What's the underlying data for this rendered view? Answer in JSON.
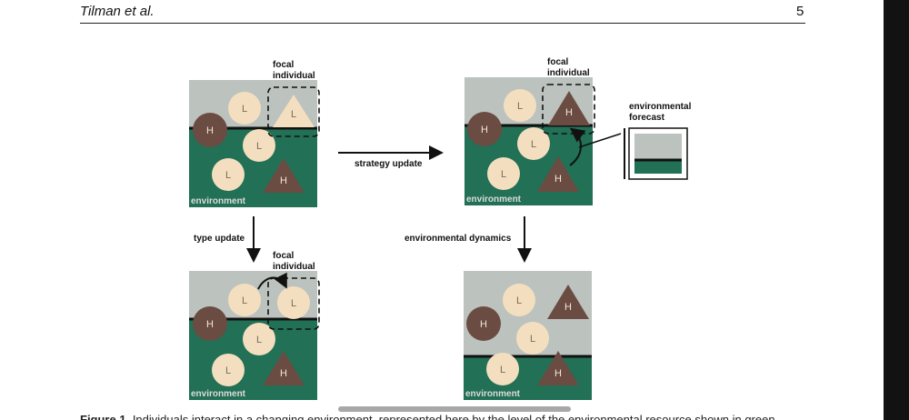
{
  "header": {
    "author": "Tilman et al.",
    "page_number": "5"
  },
  "figure": {
    "labels": {
      "focal": "focal",
      "individual": "individual",
      "environment": "environment",
      "strategy_update": "strategy update",
      "type_update": "type update",
      "environmental_dynamics": "environmental dynamics",
      "forecast_line1": "environmental",
      "forecast_line2": "forecast",
      "low": "L",
      "high": "H"
    },
    "colors": {
      "sky": "#bcc2be",
      "ground": "#227055",
      "low_fill": "#f3dfc0",
      "high_fill": "#6b4c43"
    }
  },
  "caption": {
    "label": "Figure 1.",
    "text": "Individuals interact in a changing environment, represented here by the level of the environmental resource shown in green."
  }
}
